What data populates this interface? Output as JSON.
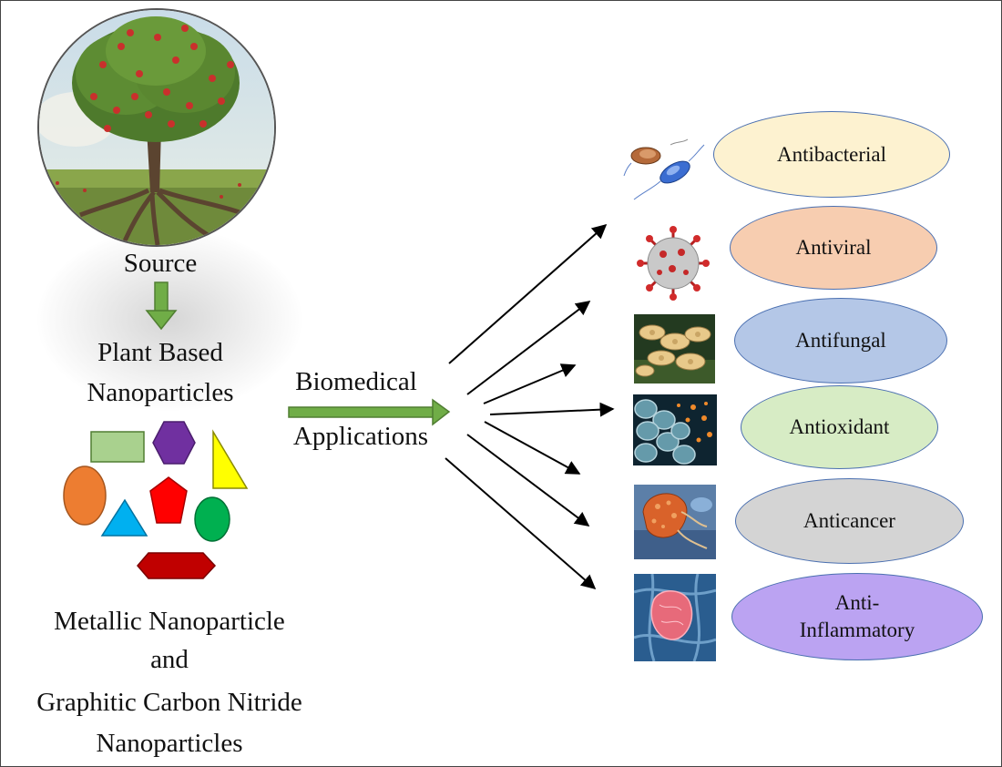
{
  "source_label": "Source",
  "plant_label_line1": "Plant Based",
  "plant_label_line2": "Nanoparticles",
  "biomedical_line1": "Biomedical",
  "biomedical_line2": "Applications",
  "bottom_line1": "Metallic  Nanoparticle",
  "bottom_line2": "and",
  "bottom_line3": "Graphitic  Carbon  Nitride",
  "bottom_line4": "Nanoparticles",
  "applications": [
    {
      "label": "Antibacterial",
      "fill": "#fdf2d0",
      "icon": "bacteria-icon"
    },
    {
      "label": "Antiviral",
      "fill": "#f7cdb0",
      "icon": "virus-icon"
    },
    {
      "label": "Antifungal",
      "fill": "#b4c7e7",
      "icon": "fungus-icon"
    },
    {
      "label": "Antioxidant",
      "fill": "#d7ecc5",
      "icon": "oxidant-cell-icon"
    },
    {
      "label": "Anticancer",
      "fill": "#d4d4d4",
      "icon": "cancer-cell-icon"
    },
    {
      "label": "Anti-",
      "label2": "Inflammatory",
      "fill": "#bba3f2",
      "icon": "inflamed-cell-icon"
    }
  ],
  "colors": {
    "flow_arrow": "#70ad47",
    "shape_rectangle": "#a9d18e",
    "shape_hexagon": "#7030a0",
    "shape_triangle_yellow": "#ffff00",
    "shape_ellipse_orange": "#ed7d31",
    "shape_pentagon": "#ff0000",
    "shape_circle_green": "#00b050",
    "shape_triangle_blue": "#00b0f0",
    "shape_hexagon_dark_red": "#c00000"
  }
}
